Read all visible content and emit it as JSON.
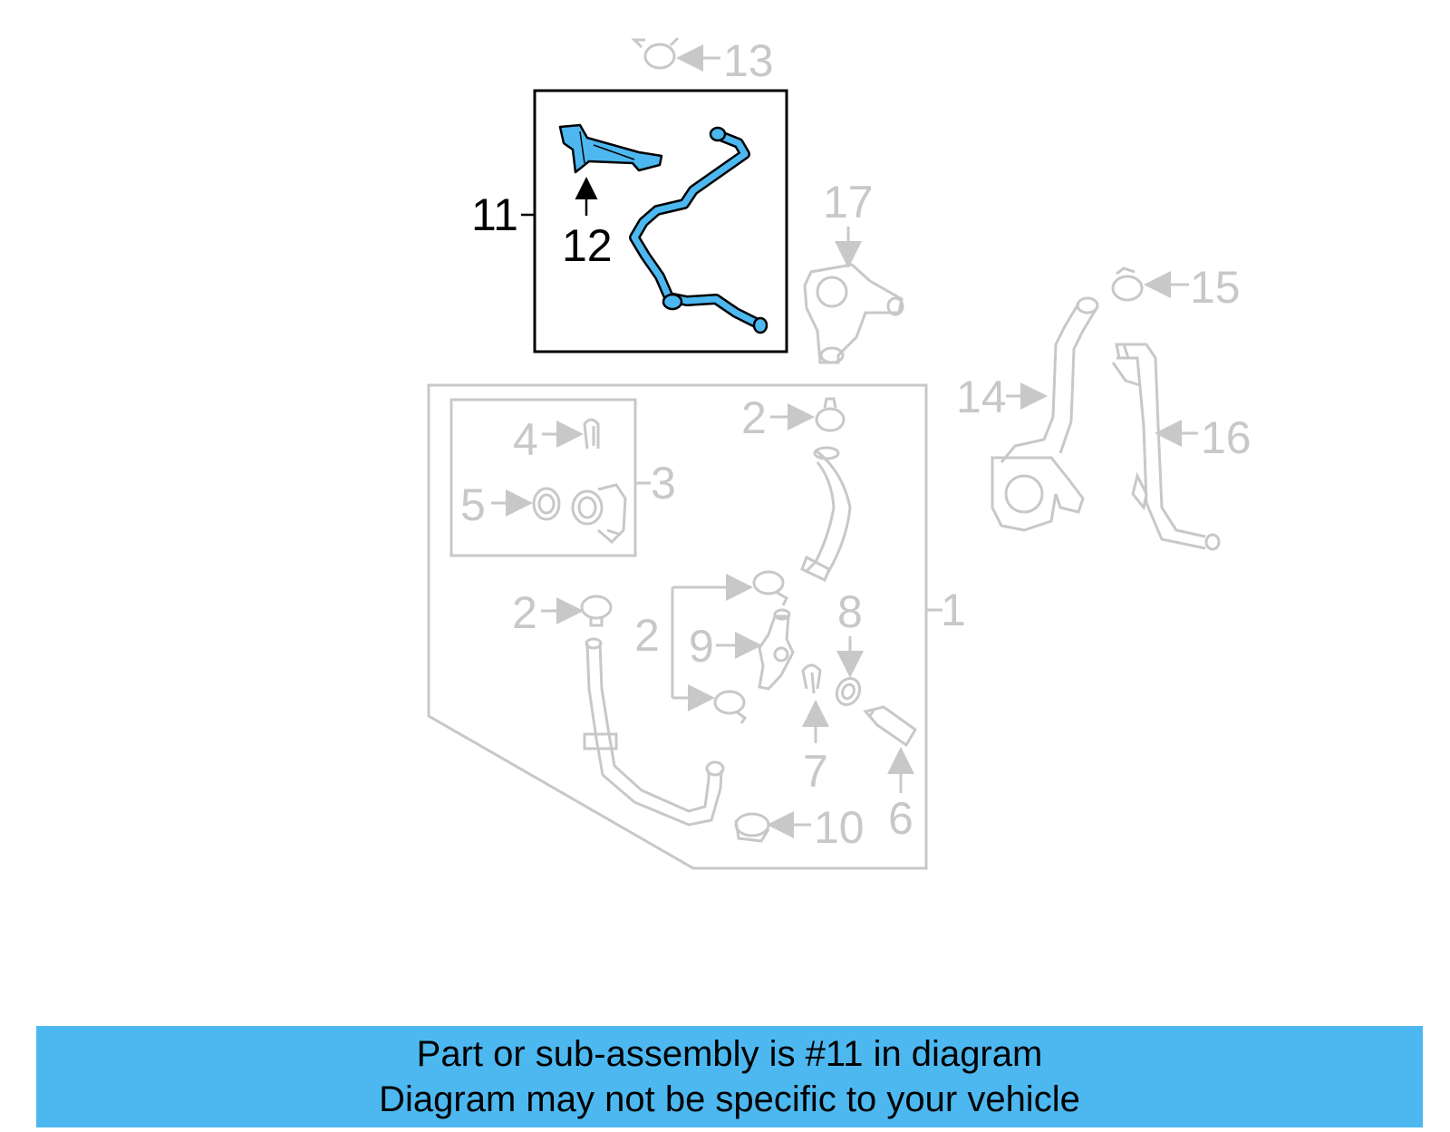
{
  "callouts": {
    "c1": "1",
    "c2a": "2",
    "c2b": "2",
    "c2c": "2",
    "c3": "3",
    "c4": "4",
    "c5": "5",
    "c6": "6",
    "c7": "7",
    "c8": "8",
    "c9": "9",
    "c10": "10",
    "c11": "11",
    "c12": "12",
    "c13": "13",
    "c14": "14",
    "c15": "15",
    "c16": "16",
    "c17": "17"
  },
  "banner": {
    "line1": "Part or sub-assembly is #11 in diagram",
    "line2": "Diagram may not be specific to your vehicle"
  },
  "colors": {
    "highlight": "#4db8f0",
    "outline": "#c8c8c8",
    "active": "#000000"
  }
}
